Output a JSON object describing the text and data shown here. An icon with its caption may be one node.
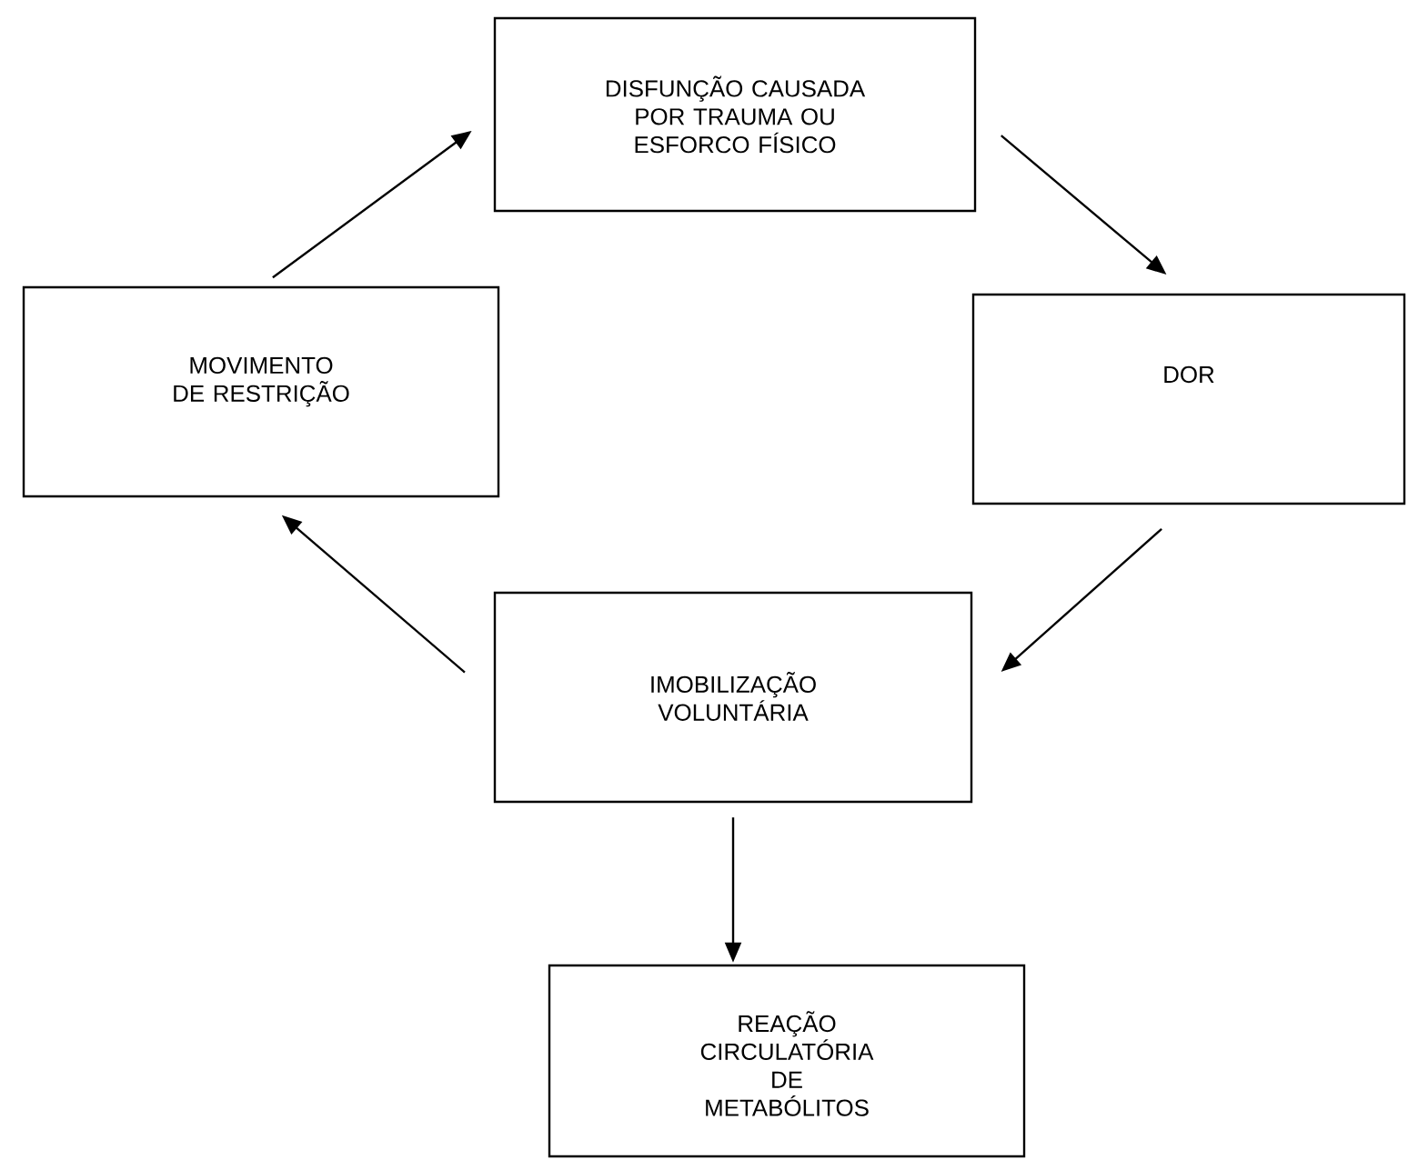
{
  "diagram": {
    "nodes": [
      {
        "text": [
          "DISFUNÇÃO CAUSADA POR TRAUMA OU ESFORCO FÍSICO"
        ]
      },
      {
        "text": [
          "DOR"
        ]
      },
      {
        "text": [
          "MOVIMENTO DE RESTRIÇÃO"
        ]
      },
      {
        "text": [
          "IMOBILIZAÇÃO VOLUNTÁRIA"
        ]
      },
      {
        "text": [
          "REAÇÃO CIRCULATÓRIA DE METABÓLITOS"
        ]
      }
    ],
    "edges": [
      {
        "from": 2,
        "to": 0,
        "arrow": "to"
      },
      {
        "from": 0,
        "to": 1,
        "arrow": "to"
      },
      {
        "from": 1,
        "to": 3,
        "arrow": "to"
      },
      {
        "from": 3,
        "to": 2,
        "arrow": "to"
      },
      {
        "from": 3,
        "to": 4,
        "arrow": "to"
      }
    ]
  }
}
